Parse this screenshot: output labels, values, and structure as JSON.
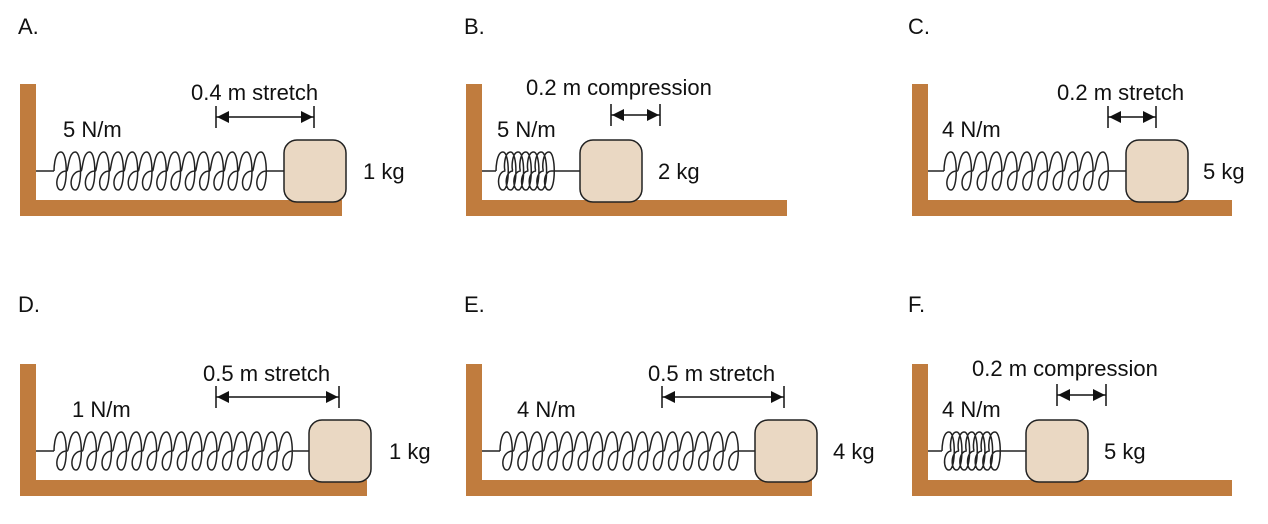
{
  "colors": {
    "wall": "#c07c3e",
    "block_fill": "#ead8c3",
    "block_stroke": "#222222",
    "spring": "#222222",
    "text": "#111111"
  },
  "panels": [
    {
      "label": "A.",
      "spring_constant": "5 N/m",
      "displacement": "0.4 m stretch",
      "mass": "1 kg",
      "state": "stretch",
      "coils": 15
    },
    {
      "label": "B.",
      "spring_constant": "5 N/m",
      "displacement": "0.2 m compression",
      "mass": "2 kg",
      "state": "compression",
      "coils": 7
    },
    {
      "label": "C.",
      "spring_constant": "4 N/m",
      "displacement": "0.2 m stretch",
      "mass": "5 kg",
      "state": "stretch",
      "coils": 11
    },
    {
      "label": "D.",
      "spring_constant": "1 N/m",
      "displacement": "0.5 m stretch",
      "mass": "1 kg",
      "state": "stretch",
      "coils": 16
    },
    {
      "label": "E.",
      "spring_constant": "4 N/m",
      "displacement": "0.5 m stretch",
      "mass": "4 kg",
      "state": "stretch",
      "coils": 16
    },
    {
      "label": "F.",
      "spring_constant": "4 N/m",
      "displacement": "0.2 m compression",
      "mass": "5 kg",
      "state": "compression",
      "coils": 7
    }
  ]
}
